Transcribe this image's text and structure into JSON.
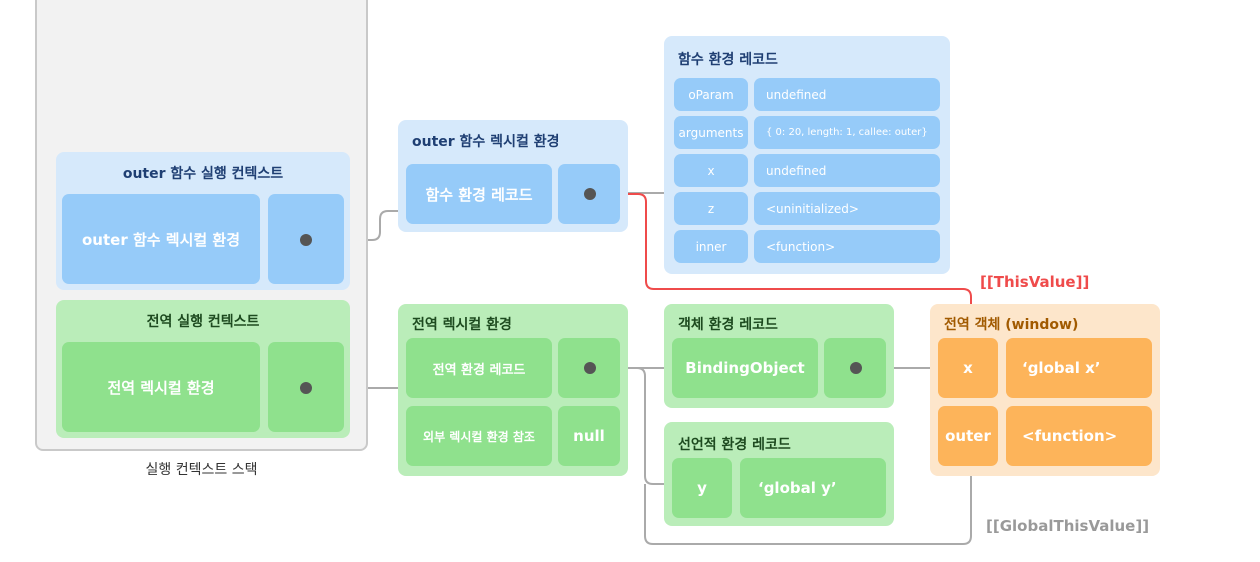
{
  "stack": {
    "label": "실행 컨텍스트 스택",
    "outer_context": {
      "title": "outer 함수 실행 컨텍스트",
      "lexical_env": "outer 함수 렉시컬 환경"
    },
    "global_context": {
      "title": "전역 실행 컨텍스트",
      "lexical_env": "전역 렉시컬 환경"
    }
  },
  "outer_lexical_env": {
    "title": "outer 함수 렉시컬 환경",
    "record": "함수 환경 레코드"
  },
  "function_env_record": {
    "title": "함수 환경 레코드",
    "rows": [
      {
        "key": "oParam",
        "value": "undefined"
      },
      {
        "key": "arguments",
        "value": "{ 0: 20, length: 1, callee: outer}"
      },
      {
        "key": "x",
        "value": "undefined"
      },
      {
        "key": "z",
        "value": "<uninitialized>"
      },
      {
        "key": "inner",
        "value": "<function>"
      }
    ]
  },
  "global_lexical_env": {
    "title": "전역 렉시컬 환경",
    "record": "전역 환경 레코드",
    "outer_ref": "외부 렉시컬 환경 참조",
    "outer_ref_value": "null"
  },
  "object_env_record": {
    "title": "객체 환경 레코드",
    "binding": "BindingObject"
  },
  "declarative_env_record": {
    "title": "선언적 환경 레코드",
    "key": "y",
    "value": "‘global y’"
  },
  "global_object": {
    "title": "전역 객체 (window)",
    "rows": [
      {
        "key": "x",
        "value": "‘global x’"
      },
      {
        "key": "outer",
        "value": "<function>"
      }
    ]
  },
  "labels": {
    "this_value": "[[ThisValue]]",
    "global_this_value": "[[GlobalThisValue]]"
  },
  "colors": {
    "this_link": "#ef4b4b",
    "link": "#aaaaaa"
  }
}
